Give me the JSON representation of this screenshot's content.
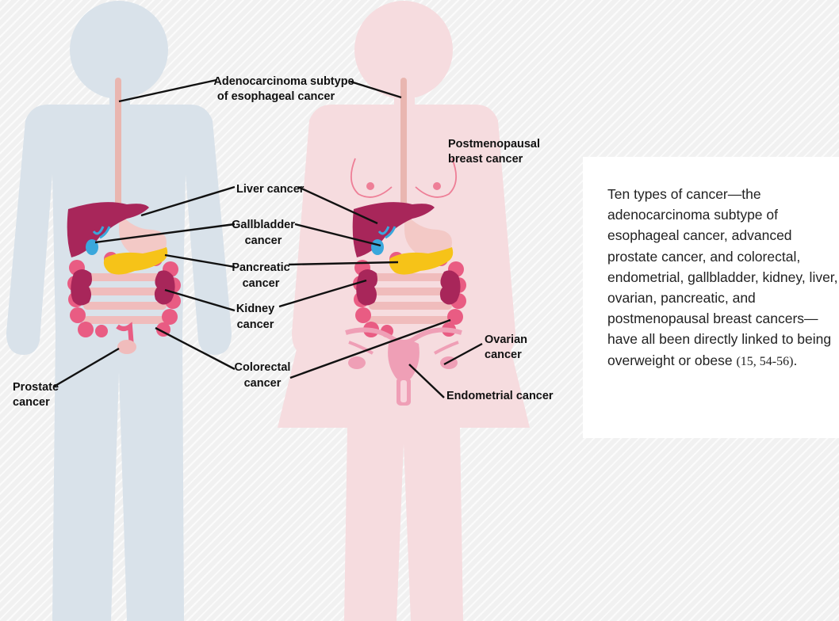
{
  "labels": {
    "esophageal_line1": "Adenocarcinoma subtype",
    "esophageal_line2": "of esophageal cancer",
    "breast_line1": "Postmenopausal",
    "breast_line2": "breast cancer",
    "liver": "Liver cancer",
    "gallbladder_line1": "Gallbladder",
    "gallbladder_line2": "cancer",
    "pancreatic_line1": "Pancreatic",
    "pancreatic_line2": "cancer",
    "kidney_line1": "Kidney",
    "kidney_line2": "cancer",
    "colorectal_line1": "Colorectal",
    "colorectal_line2": "cancer",
    "ovarian_line1": "Ovarian",
    "ovarian_line2": "cancer",
    "endometrial": "Endometrial cancer",
    "prostate_line1": "Prostate",
    "prostate_line2": "cancer"
  },
  "info": {
    "text": "Ten types of cancer—the adenocarcinoma subtype of esophageal cancer, advanced prostate cancer, and colorectal, endometrial, gallbladder, kidney, liver, ovarian, pancreatic, and postmenopausal breast cancers—have all been directly linked to being overweight or obese ",
    "citation": "(15, 54-56)",
    "end": "."
  },
  "colors": {
    "male_body": "#d9e2ea",
    "female_body": "#f6dcdf",
    "liver": "#a8265a",
    "gallbladder": "#3aa7dc",
    "pancreas": "#f6c318",
    "kidney": "#a8265a",
    "colon": "#e95c83",
    "small_intestine": "#f0bcbc",
    "esophagus": "#e9b6b0",
    "uterus": "#ef9fb6",
    "breast_outline": "#ee7f97"
  }
}
